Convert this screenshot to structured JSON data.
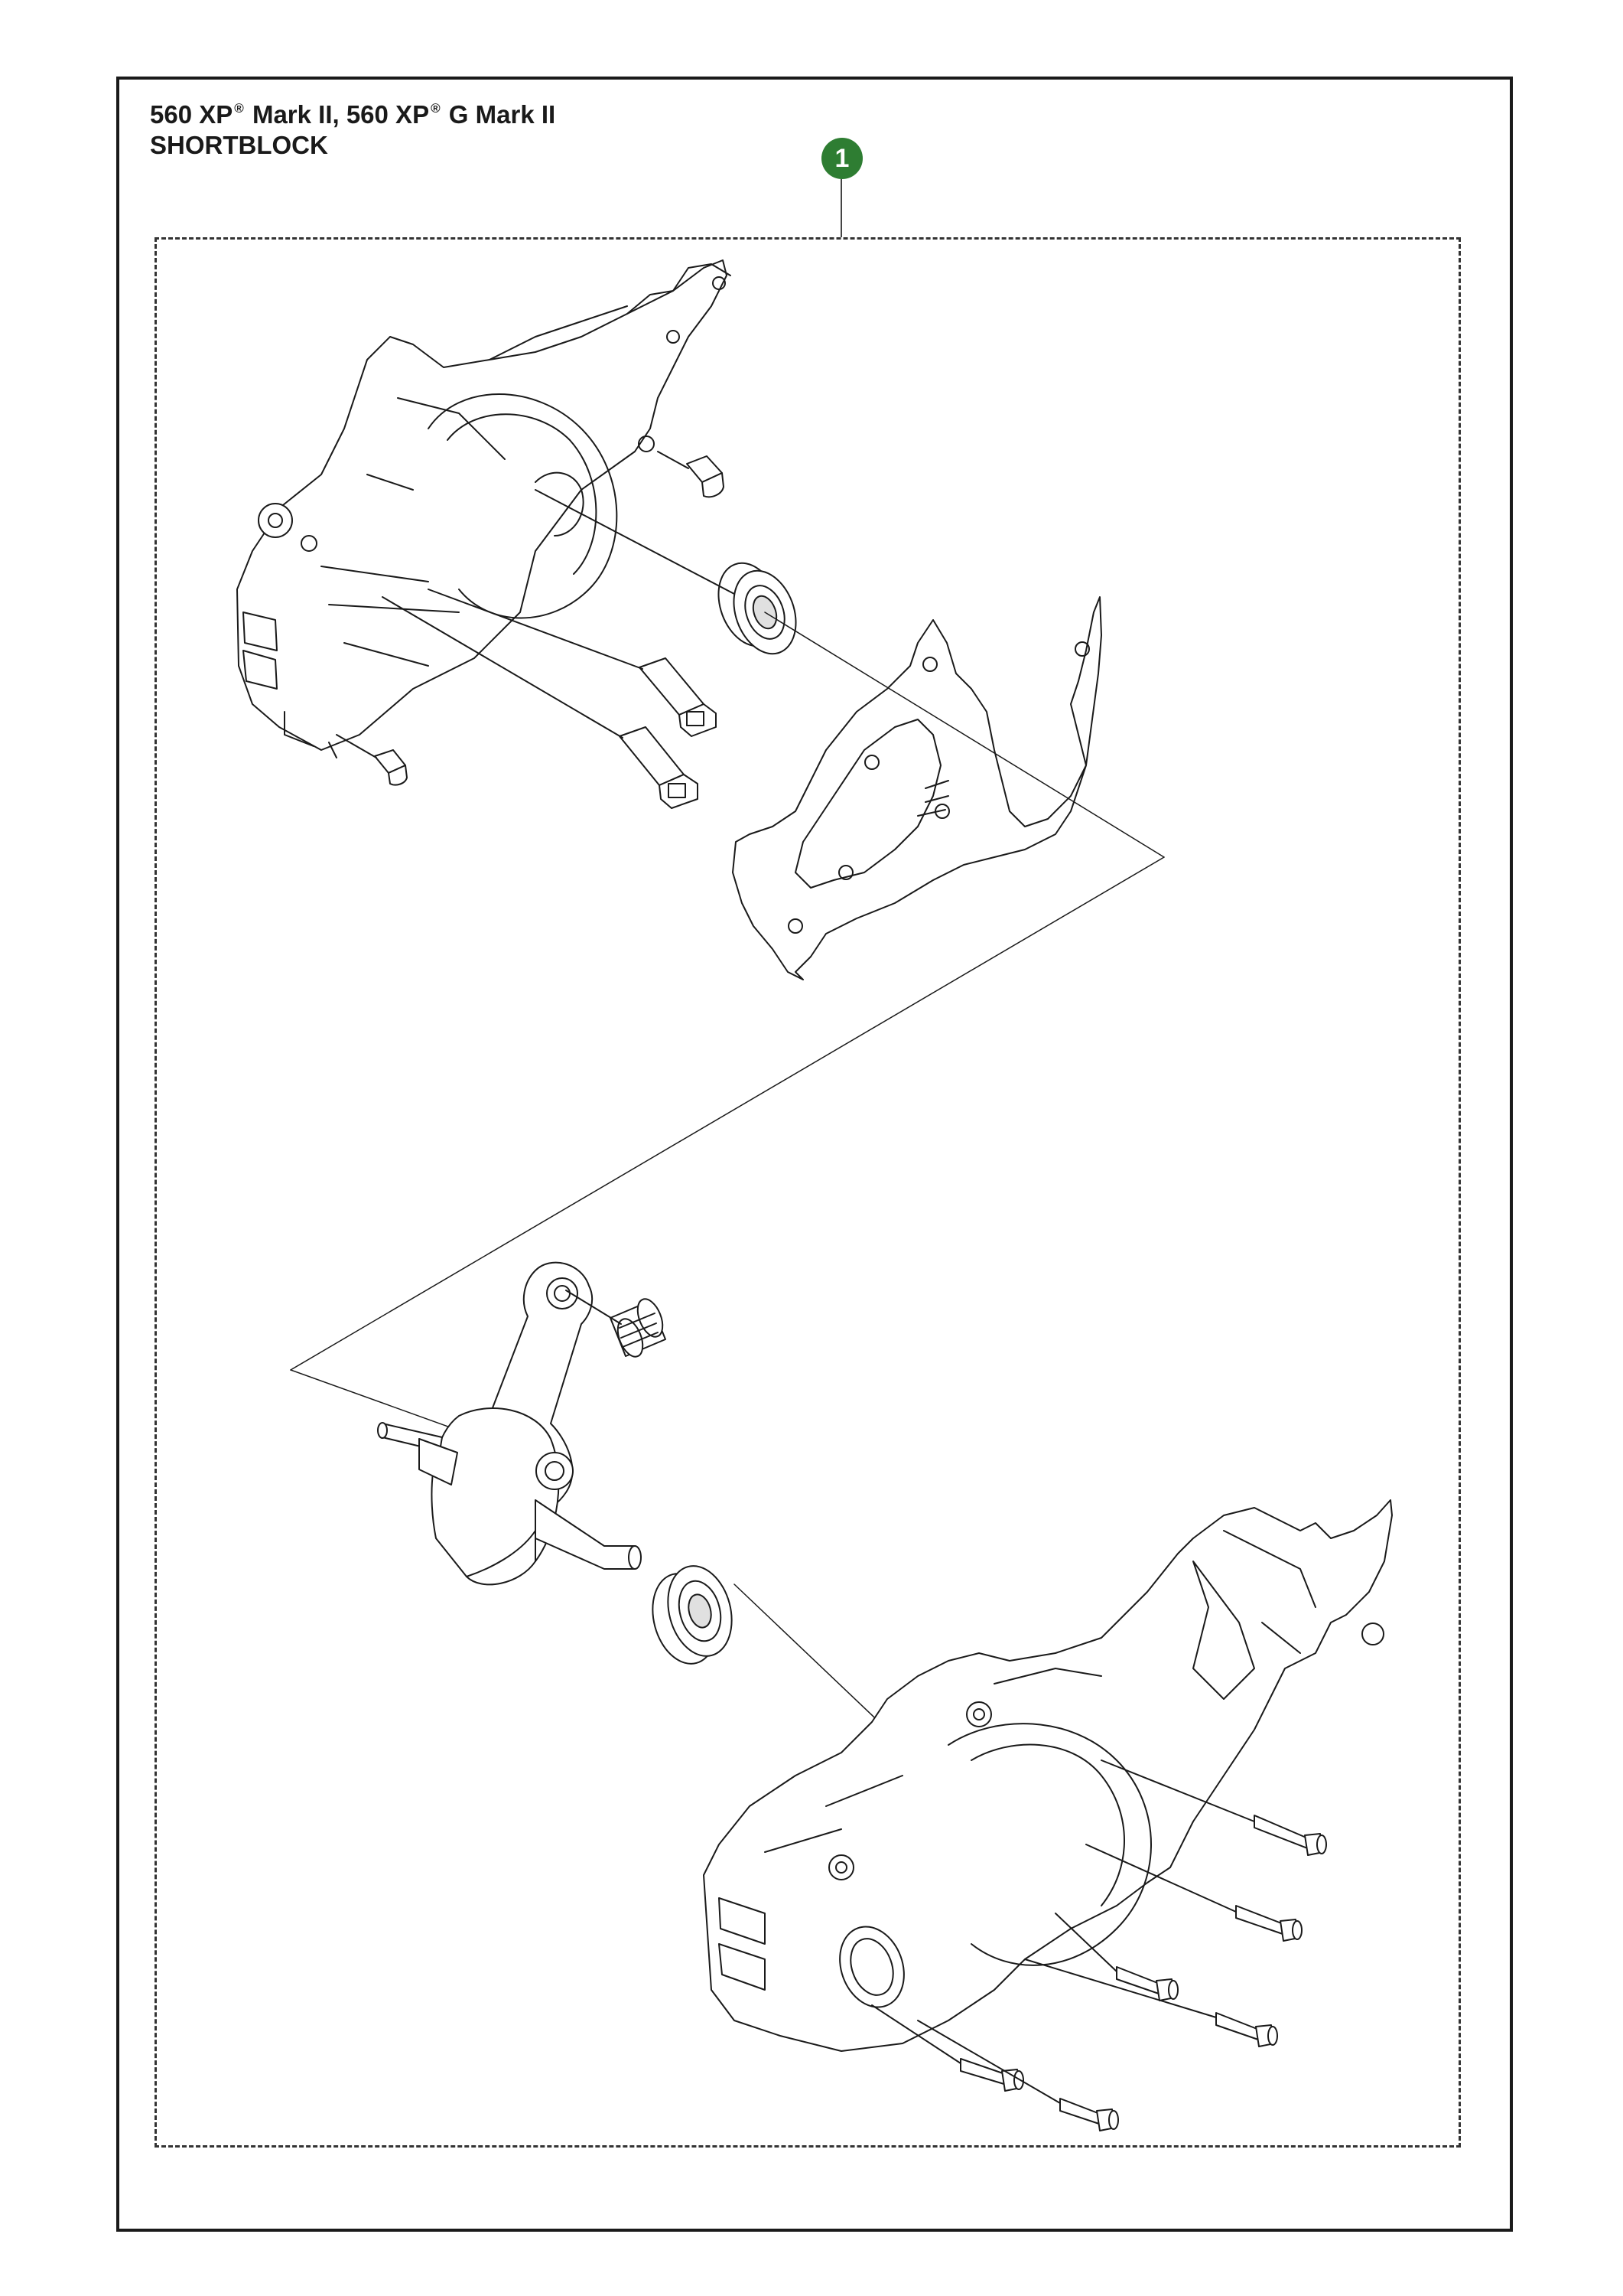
{
  "title": {
    "line1_a": "560 XP",
    "reg1": "®",
    "line1_b": " Mark II, 560 XP",
    "reg2": "®",
    "line1_c": " G Mark II",
    "line2": "SHORTBLOCK"
  },
  "callouts": [
    {
      "number": "1",
      "color": "#2e7d32"
    }
  ],
  "colors": {
    "line": "#1a1a1a",
    "fill": "#ffffff",
    "shade": "#bdbdbd"
  }
}
